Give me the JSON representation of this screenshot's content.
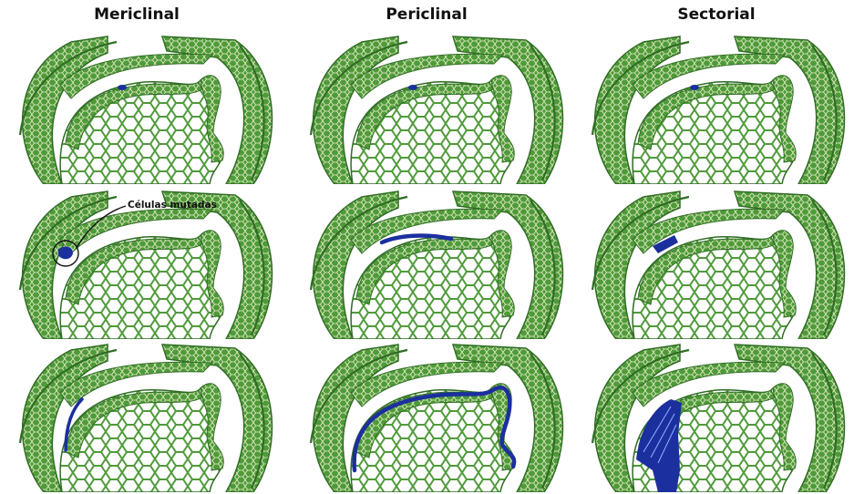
{
  "columns": [
    {
      "key": "mericlinal",
      "title": "Mericlinal"
    },
    {
      "key": "periclinal",
      "title": "Periclinal"
    },
    {
      "key": "sectorial",
      "title": "Sectorial"
    }
  ],
  "callout": {
    "label": "Células mutadas"
  },
  "colors": {
    "tissue": "#4f9a3a",
    "tissue_dark": "#2f6d23",
    "cell_line": "#e9efc9",
    "mutated": "#1c2f9e",
    "background": "#ffffff"
  },
  "rows": [
    {
      "stage": 1,
      "mericlinal": {
        "mutated": "single-cell"
      },
      "periclinal": {
        "mutated": "single-cell"
      },
      "sectorial": {
        "mutated": "single-cell"
      }
    },
    {
      "stage": 2,
      "mericlinal": {
        "mutated": "small-patch-circled"
      },
      "periclinal": {
        "mutated": "surface-layer-arc"
      },
      "sectorial": {
        "mutated": "small-wedge"
      }
    },
    {
      "stage": 3,
      "mericlinal": {
        "mutated": "partial-layer"
      },
      "periclinal": {
        "mutated": "entire-layer"
      },
      "sectorial": {
        "mutated": "large-sector"
      }
    }
  ]
}
